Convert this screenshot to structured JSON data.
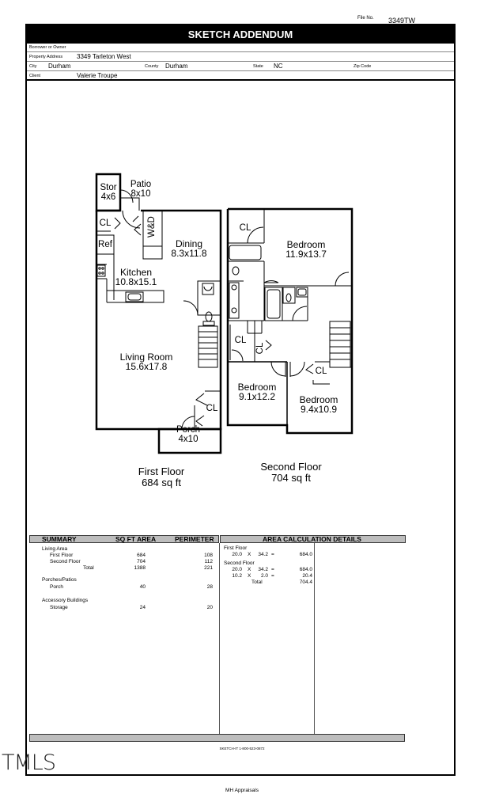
{
  "header": {
    "file_no_label": "File No.",
    "file_no_value": "3349TW",
    "title": "SKETCH ADDENDUM"
  },
  "form": {
    "borrower_label": "Borrower or Owner",
    "borrower_value": "",
    "property_address_label": "Property Address",
    "property_address_value": "3349 Tarleton West",
    "city_label": "City",
    "city_value": "Durham",
    "county_label": "County",
    "county_value": "Durham",
    "state_label": "State",
    "state_value": "NC",
    "zip_label": "Zip Code",
    "zip_value": "",
    "client_label": "Client",
    "client_value": "Valerie Troupe"
  },
  "sketch": {
    "first_floor": {
      "rooms": [
        {
          "name": "Stor",
          "dims": "4x6"
        },
        {
          "name": "Patio",
          "dims": "8x10"
        },
        {
          "name": "CL",
          "dims": ""
        },
        {
          "name": "W&D",
          "dims": ""
        },
        {
          "name": "Ref",
          "dims": ""
        },
        {
          "name": "Dining",
          "dims": "8.3x11.8"
        },
        {
          "name": "Kitchen",
          "dims": "10.8x15.1"
        },
        {
          "name": "Living Room",
          "dims": "15.6x17.8"
        },
        {
          "name": "CL",
          "dims": ""
        },
        {
          "name": "Porch",
          "dims": "4x10"
        }
      ],
      "label": "First Floor",
      "area": "684 sq ft"
    },
    "second_floor": {
      "rooms": [
        {
          "name": "CL",
          "dims": ""
        },
        {
          "name": "Bedroom",
          "dims": "11.9x13.7"
        },
        {
          "name": "CL",
          "dims": ""
        },
        {
          "name": "CL",
          "dims": ""
        },
        {
          "name": "CL",
          "dims": ""
        },
        {
          "name": "Bedroom",
          "dims": "9.1x12.2"
        },
        {
          "name": "Bedroom",
          "dims": "9.4x10.9"
        }
      ],
      "label": "Second Floor",
      "area": "704 sq ft"
    }
  },
  "summary": {
    "headers": {
      "summary": "SUMMARY",
      "sqft": "SQ FT AREA",
      "perimeter": "PERIMETER",
      "details": "AREA CALCULATION DETAILS"
    },
    "groups": [
      {
        "title": "Living Area",
        "rows": [
          {
            "label": "First Floor",
            "area": "684",
            "perimeter": "108"
          },
          {
            "label": "Second Floor",
            "area": "704",
            "perimeter": "112"
          },
          {
            "label": "Total",
            "area": "1388",
            "perimeter": "221"
          }
        ]
      },
      {
        "title": "Porches/Patios",
        "rows": [
          {
            "label": "Porch",
            "area": "40",
            "perimeter": "28"
          }
        ]
      },
      {
        "title": "Accessory Buildings",
        "rows": [
          {
            "label": "Storage",
            "area": "24",
            "perimeter": "20"
          }
        ]
      }
    ],
    "details": [
      {
        "title": "First Floor",
        "rows": [
          {
            "a": "20.0",
            "op": "X",
            "b": "34.2",
            "eq": "=",
            "result": "684.0"
          }
        ]
      },
      {
        "title": "Second Floor",
        "rows": [
          {
            "a": "20.0",
            "op": "X",
            "b": "34.2",
            "eq": "=",
            "result": "684.0"
          },
          {
            "a": "10.2",
            "op": "X",
            "b": "2.0",
            "eq": "=",
            "result": "20.4"
          }
        ],
        "total_label": "Total",
        "total_value": "704.4"
      }
    ]
  },
  "footer": {
    "sketch_it": "SKETCH-IT 1-800-523-0872",
    "watermark": "TMLS",
    "caption": "MH Appraisals"
  }
}
